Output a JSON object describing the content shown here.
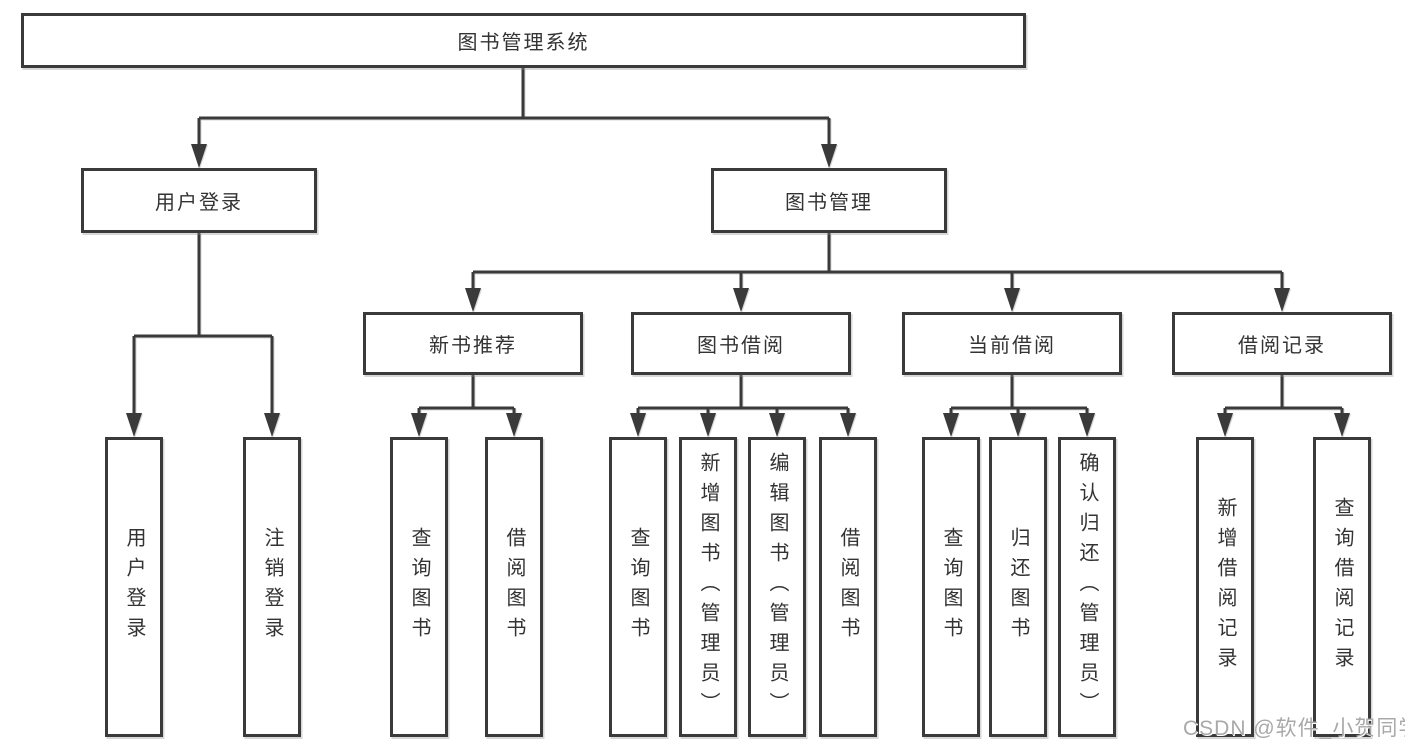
{
  "tree": {
    "root": {
      "label": "图书管理系统",
      "children": [
        {
          "label": "用户登录",
          "children": [
            {
              "label": "用户登录"
            },
            {
              "label": "注销登录"
            }
          ]
        },
        {
          "label": "图书管理",
          "children": [
            {
              "label": "新书推荐",
              "children": [
                {
                  "label": "查询图书"
                },
                {
                  "label": "借阅图书"
                }
              ]
            },
            {
              "label": "图书借阅",
              "children": [
                {
                  "label": "查询图书"
                },
                {
                  "label": "新增图书（管理员）"
                },
                {
                  "label": "编辑图书（管理员）"
                },
                {
                  "label": "借阅图书"
                }
              ]
            },
            {
              "label": "当前借阅",
              "children": [
                {
                  "label": "查询图书"
                },
                {
                  "label": "归还图书"
                },
                {
                  "label": "确认归还（管理员）"
                }
              ]
            },
            {
              "label": "借阅记录",
              "children": [
                {
                  "label": "新增借阅记录"
                },
                {
                  "label": "查询借阅记录"
                }
              ]
            }
          ]
        }
      ]
    }
  },
  "watermark": "CSDN @软件_小贺同学",
  "colors": {
    "line": "#3a3a3a",
    "text": "#333333",
    "box_fill": "#ffffff",
    "watermark": "#a9a9a9",
    "background": "#ffffff"
  }
}
